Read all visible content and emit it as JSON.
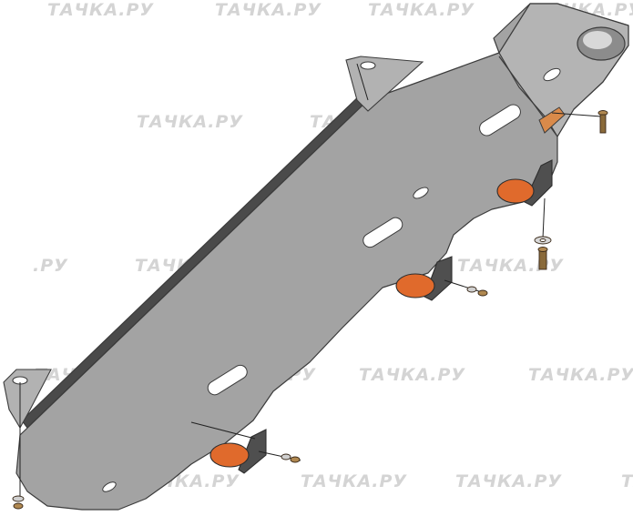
{
  "watermark": {
    "text": "ТАЧКА.РУ",
    "partial_text": ".РУ",
    "color": "#d4d4d4"
  },
  "colors": {
    "plate": "#a3a3a3",
    "plate_edge": "#3c3c3c",
    "flange": "#4a4a4a",
    "bracket": "#4f4f4f",
    "orange_pad": "#e06a2c",
    "bolt": "#8a6a3a"
  },
  "parts": {
    "skid_plate": "skid-plate",
    "mount_brackets": 3,
    "bolts": 3,
    "washers": 3
  }
}
